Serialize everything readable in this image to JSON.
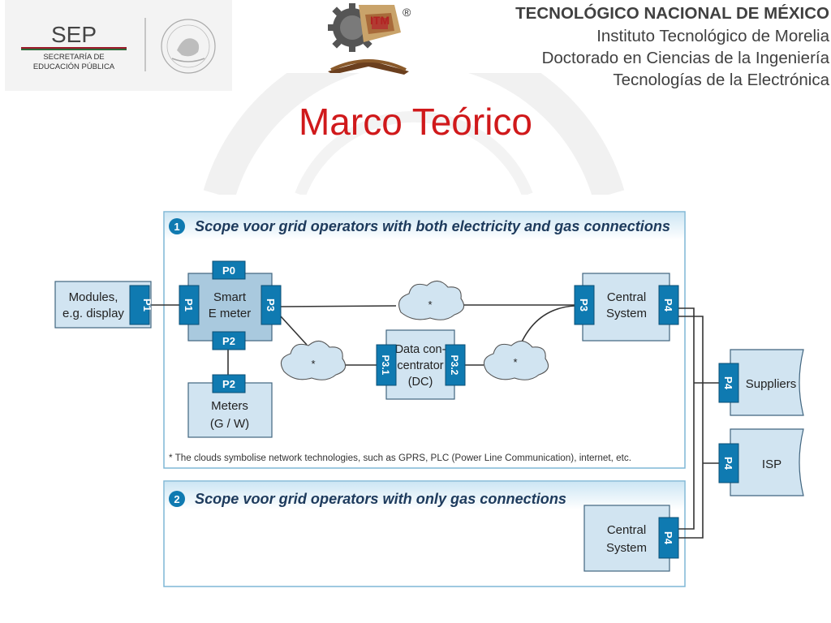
{
  "header": {
    "institution": "TECNOLÓGICO NACIONAL DE MÉXICO",
    "campus": "Instituto Tecnológico de Morelia",
    "program": "Doctorado en Ciencias de la Ingeniería",
    "line": "Tecnologías de la Electrónica"
  },
  "logos": {
    "sep_abbrev": "SEP",
    "sep_line1": "SECRETARÍA DE",
    "sep_line2": "EDUCACIÓN PÚBLICA",
    "itm_text": "ITM",
    "registered_mark": "®"
  },
  "title": "Marco Teórico",
  "diagram": {
    "scope1": {
      "number": "1",
      "title": "Scope voor grid operators with both electricity and gas connections"
    },
    "scope2": {
      "number": "2",
      "title": "Scope voor grid operators with only gas connections"
    },
    "footnote": "* The clouds symbolise network technologies, such as GPRS, PLC (Power Line Communication), internet, etc.",
    "modules": {
      "line1": "Modules,",
      "line2": "e.g. display"
    },
    "smart_meter": {
      "line1": "Smart",
      "line2": "E meter"
    },
    "meters": {
      "line1": "Meters",
      "line2": "(G / W)"
    },
    "data_concentrator": {
      "line1": "Data con-",
      "line2": "centrator",
      "line3": "(DC)"
    },
    "central_system": {
      "line1": "Central",
      "line2": "System"
    },
    "suppliers": "Suppliers",
    "isp": "ISP",
    "ports": {
      "p0": "P0",
      "p1": "P1",
      "p2": "P2",
      "p3": "P3",
      "p4": "P4",
      "p31": "P3.1",
      "p32": "P3.2"
    },
    "cloud_mark": "*"
  },
  "colors": {
    "title": "#d0191b",
    "port_fill": "#0f7ab1",
    "box_fill": "#d1e4f1",
    "box_border": "#41657f",
    "panel_border": "#7fb7d6",
    "scope_badge": "#0f7ab1"
  }
}
